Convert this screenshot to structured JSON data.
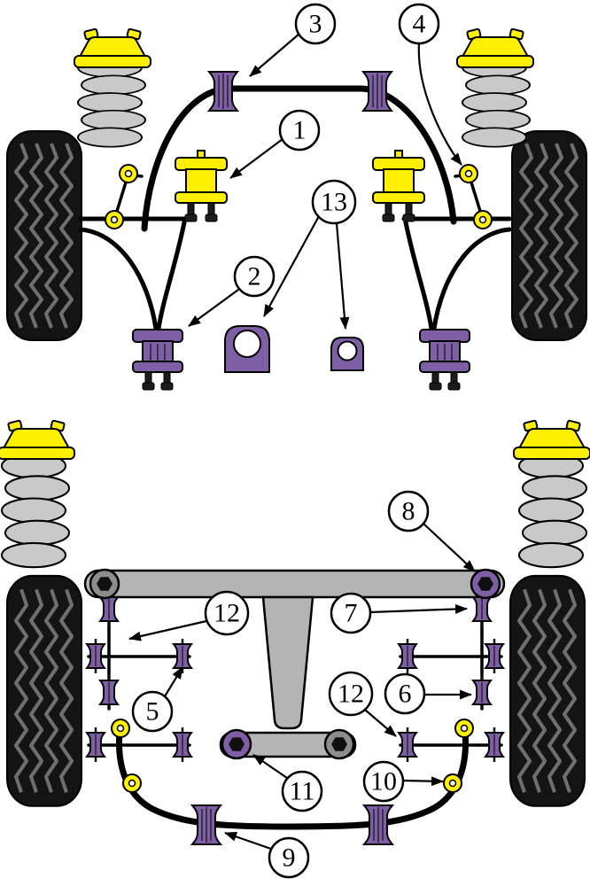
{
  "diagram": {
    "colors": {
      "bushing_purple": "#7e5fa5",
      "component_yellow": "#ffef00",
      "frame_gray": "#b4b4b4",
      "spring_gray": "#c9c9c9",
      "tire_black": "#141414",
      "outline_black": "#000000",
      "background": "#ffffff"
    },
    "callouts": {
      "c1": "1",
      "c2": "2",
      "c3": "3",
      "c4": "4",
      "c5": "5",
      "c6": "6",
      "c7": "7",
      "c8": "8",
      "c9": "9",
      "c10": "10",
      "c11": "11",
      "c12a": "12",
      "c12b": "12",
      "c13": "13"
    }
  }
}
